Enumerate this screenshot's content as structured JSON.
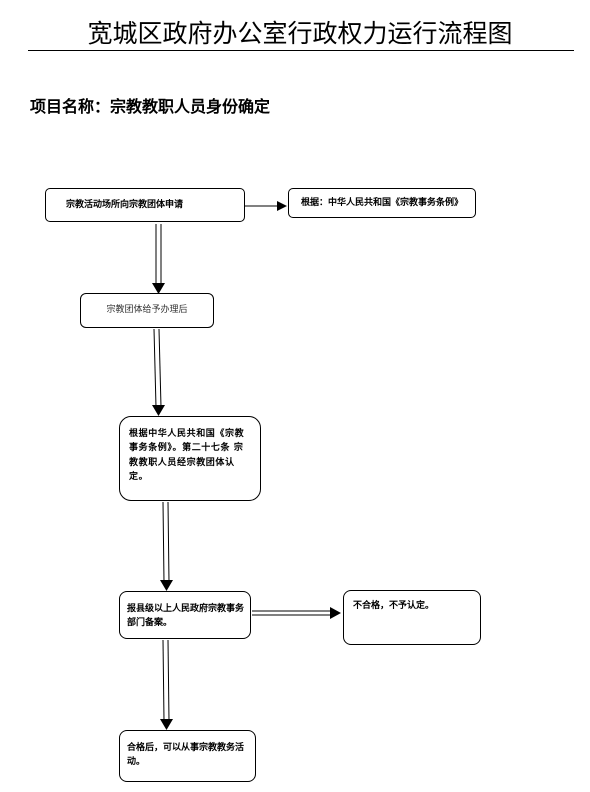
{
  "title": "宽城区政府办公室行政权力运行流程图",
  "project": {
    "label": "项目名称：",
    "name": "宗教教职人员身份确定"
  },
  "flow": {
    "step1": "宗教活动场所向宗教团体申请",
    "basis": "根据：中华人民共和国《宗教事务条例》",
    "step2": "宗教团体给予办理后",
    "step3": "根据中华人民共和国《宗教事务条例》。第二十七条 宗教教职人员经宗教团体认定。",
    "step4": "报县级以上人民政府宗教事务部门备案。",
    "reject": "不合格，不予认定。",
    "step5": "合格后，可以从事宗教教务活动。"
  }
}
